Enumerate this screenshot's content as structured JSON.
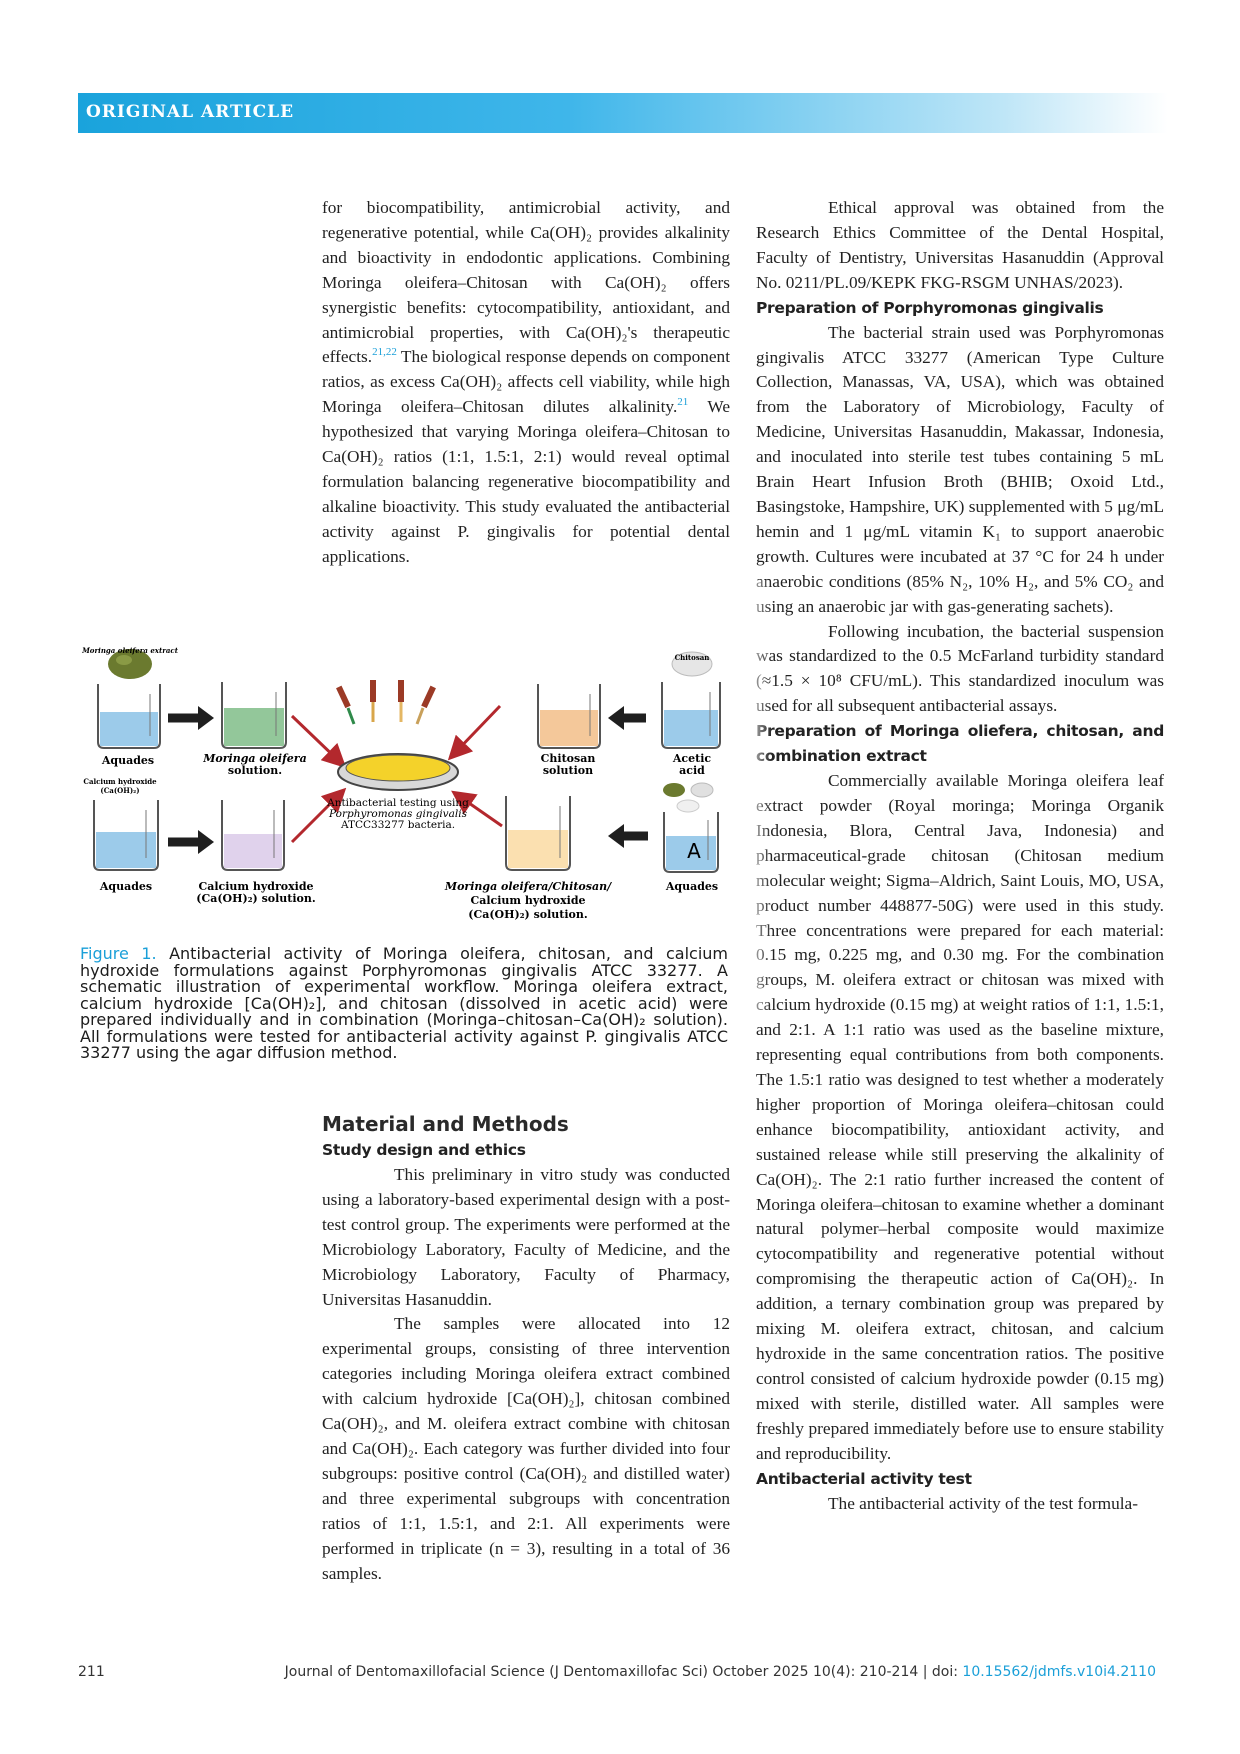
{
  "header": {
    "section": "ORIGINAL ARTICLE"
  },
  "intro_paragraph": {
    "part1": "for biocompatibility, antimicrobial activity, and regenerative potential, while Ca(OH)₂ provides alkalinity and bioactivity in endodontic applications. Combining Moringa oleifera–Chitosan with Ca(OH)₂ offers synergistic benefits: cytocompatibility, antioxidant, and antimicrobial properties, with Ca(OH)₂'s therapeutic effects.",
    "cite1": "21,22",
    "part2": " The biological response depends on component ratios, as excess Ca(OH)₂ affects cell viability, while high Moringa oleifera–Chitosan dilutes alkalinity.",
    "cite2": "21",
    "part3": " We hypothesized that varying Moringa oleifera–Chitosan to Ca(OH)₂ ratios (1:1, 1.5:1, 2:1) would reveal optimal formulation balancing regenerative biocompatibility and alkaline bioactivity. This study evaluated the antibacterial activity against P. gingivalis for potential dental applications."
  },
  "figure": {
    "labels": {
      "moringa_extract": "Moringa oleifera extract",
      "chitosan": "Chitosan",
      "aquades1": "Aquades",
      "moringa_solution_1": "Moringa oleifera",
      "moringa_solution_2": "solution.",
      "chitosan_solution_1": "Chitosan",
      "chitosan_solution_2": "solution",
      "acetic_1": "Acetic",
      "acetic_2": "acid",
      "calcium_hydroxide_1": "Calcium hydroxide",
      "calcium_hydroxide_2": "(Ca(OH)₂)",
      "testing_1": "Antibacterial testing using",
      "testing_2": "Porphyromonas gingivalis",
      "testing_3": "ATCC33277 bacteria.",
      "aquades2": "Aquades",
      "caoh_solution_1": "Calcium hydroxide",
      "caoh_solution_2": "(Ca(OH)₂) solution.",
      "combo_1": "Moringa oleifera/Chitosan/",
      "combo_2": "Calcium hydroxide",
      "combo_3": "(Ca(OH)₂) solution.",
      "aquades3": "Aquades",
      "panel_letter": "A"
    },
    "caption_label": "Figure 1.",
    "caption_text": " Antibacterial activity of Moringa oleifera, chitosan, and calcium hydroxide formulations against Porphyromonas gingivalis ATCC 33277. A schematic illustration of experimental workflow. Moringa oleifera extract, calcium hydroxide [Ca(OH)₂], and chitosan (dissolved in acetic acid) were prepared individually and in combination (Moringa–chitosan–Ca(OH)₂ solution). All formulations were tested for antibacterial activity against P. gingivalis ATCC 33277 using the agar diffusion method."
  },
  "methods": {
    "title": "Material and Methods",
    "design_heading": "Study design and ethics",
    "design_p1": "This preliminary in vitro study was conducted using a laboratory-based experimental design with a post-test control group. The experiments were performed at the Microbiology Laboratory, Faculty of Medicine, and the Microbiology Laboratory, Faculty of Pharmacy, Universitas Hasanuddin.",
    "design_p2": "The samples were allocated into 12 experimental groups, consisting of three intervention categories including Moringa oleifera extract combined with calcium hydroxide [Ca(OH)₂], chitosan combined Ca(OH)₂, and M. oleifera extract combine with chitosan and Ca(OH)₂. Each category was further divided into four subgroups: positive control (Ca(OH)₂ and distilled water) and three experimental subgroups with concentration ratios of 1:1, 1.5:1, and 2:1. All experiments were performed in triplicate (n = 3), resulting in a total of 36 samples.",
    "ethics_p": "Ethical approval was obtained from the Research Ethics Committee of the Dental Hospital, Faculty of Dentistry, Universitas Hasanuddin (Approval No. 0211/PL.09/KEPK FKG-RSGM UNHAS/2023).",
    "pg_heading": "Preparation of Porphyromonas gingivalis",
    "pg_p1": "The bacterial strain used was Porphyromonas gingivalis ATCC 33277 (American Type Culture Collection, Manassas, VA, USA), which was obtained from the Laboratory of Microbiology, Faculty of Medicine, Universitas Hasanuddin, Makassar, Indonesia, and inoculated into sterile test tubes containing 5 mL Brain Heart Infusion Broth (BHIB; Oxoid Ltd., Basingstoke, Hampshire, UK) supplemented with 5 μg/mL hemin and 1 μg/mL vitamin K₁ to support anaerobic growth. Cultures were incubated at 37 °C for 24 h under anaerobic conditions (85% N₂, 10% H₂, and 5% CO₂ and using an anaerobic jar with gas-generating sachets).",
    "pg_p2": "Following incubation, the bacterial suspension was standardized to the 0.5 McFarland turbidity standard (≈1.5 × 10⁸ CFU/mL). This standardized inoculum was used for all subsequent antibacterial assays.",
    "mo_heading": "Preparation of Moringa oliefera, chitosan, and combination extract",
    "mo_p1": "Commercially available Moringa oleifera leaf extract powder (Royal moringa; Moringa Organik Indonesia, Blora, Central Java, Indonesia) and pharmaceutical-grade chitosan (Chitosan medium molecular weight; Sigma–Aldrich, Saint Louis, MO, USA, product number 448877-50G) were used in this study. Three concentrations were prepared for each material: 0.15 mg, 0.225 mg, and 0.30 mg. For the combination groups, M. oleifera extract or chitosan was mixed with calcium hydroxide (0.15 mg) at weight ratios of 1:1, 1.5:1, and 2:1. A 1:1 ratio was used as the baseline mixture, representing equal contributions from both components. The 1.5:1 ratio was designed to test whether a moderately higher proportion of Moringa oleifera–chitosan could enhance biocompatibility, antioxidant activity, and sustained release while still preserving the alkalinity of Ca(OH)₂. The 2:1 ratio further increased the content of Moringa oleifera–chitosan to examine whether a dominant natural polymer–herbal composite would maximize cytocompatibility and regenerative potential without compromising the therapeutic action of Ca(OH)₂. In addition, a ternary combination group was prepared by mixing M. oleifera extract, chitosan, and calcium hydroxide in the same concentration ratios. The positive control consisted of calcium hydroxide powder (0.15 mg) mixed with sterile, distilled water. All samples were freshly prepared immediately before use to ensure stability and reproducibility.",
    "abt_heading": "Antibacterial activity test",
    "abt_p1": "The antibacterial activity of the test formula-"
  },
  "footer": {
    "page_number": "211",
    "journal": "Journal of Dentomaxillofacial Science (J Dentomaxillofac Sci) October 2025 10(4): 210-214 | doi: ",
    "doi": "10.15562/jdmfs.v10i4.2110"
  }
}
